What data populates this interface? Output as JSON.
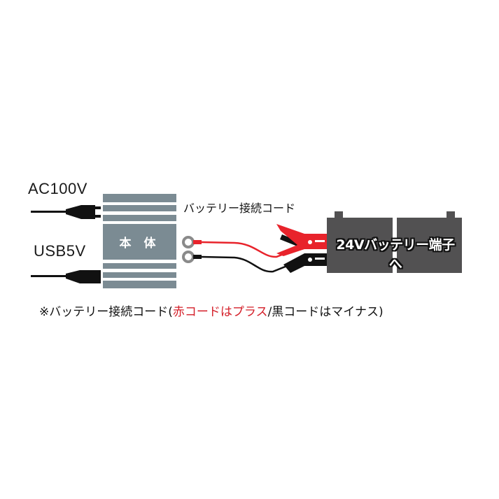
{
  "inputs": {
    "ac_label": "AC100V",
    "usb_label": "USB5V"
  },
  "main_unit": {
    "label": "本 体",
    "color": "#7b8b93"
  },
  "cable": {
    "title": "バッテリー接続コード",
    "positive_color": "#e8232b",
    "negative_color": "#111111"
  },
  "battery": {
    "label": "24Vバッテリー端子へ",
    "color": "#525152"
  },
  "note": {
    "prefix": "※バッテリー接続コード(",
    "red_part": "赤コードはプラス",
    "suffix": "/黒コードはマイナス)",
    "red_color": "#d4202a"
  },
  "icons": [
    "ac-plug-icon",
    "usb-plug-icon",
    "ring-terminal-icon",
    "alligator-clip-icon"
  ]
}
